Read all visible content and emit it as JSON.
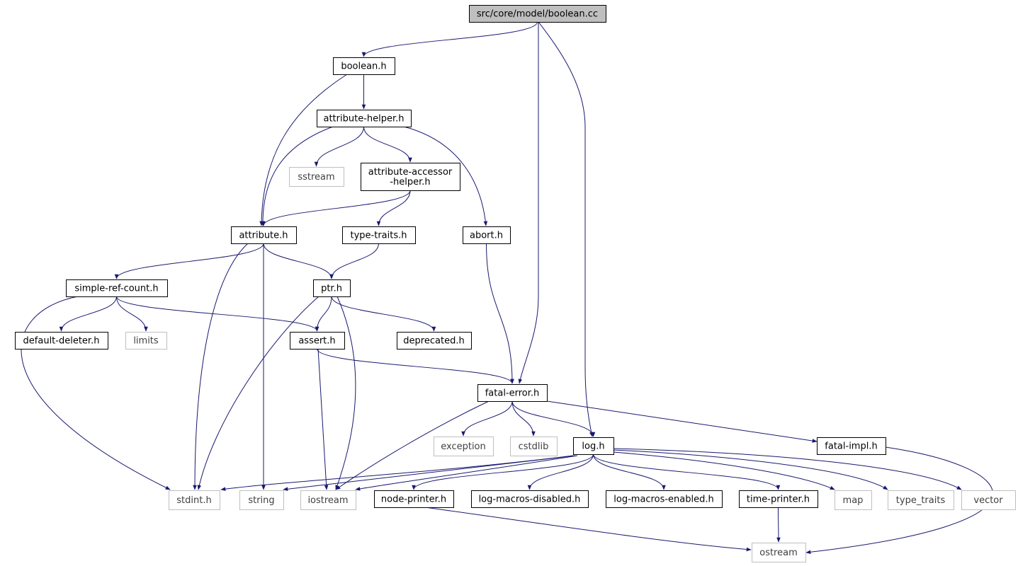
{
  "nodes": [
    {
      "id": "root",
      "lines": [
        "src/core/model/boolean.cc"
      ],
      "kind": "root"
    },
    {
      "id": "boolean_h",
      "lines": [
        "boolean.h"
      ],
      "kind": "file"
    },
    {
      "id": "attribute_helper_h",
      "lines": [
        "attribute-helper.h"
      ],
      "kind": "file"
    },
    {
      "id": "sstream",
      "lines": [
        "sstream"
      ],
      "kind": "external"
    },
    {
      "id": "attribute_accessor_helper_h",
      "lines": [
        "attribute-accessor",
        "-helper.h"
      ],
      "kind": "file"
    },
    {
      "id": "attribute_h",
      "lines": [
        "attribute.h"
      ],
      "kind": "file"
    },
    {
      "id": "type_traits_h",
      "lines": [
        "type-traits.h"
      ],
      "kind": "file"
    },
    {
      "id": "abort_h",
      "lines": [
        "abort.h"
      ],
      "kind": "file"
    },
    {
      "id": "simple_ref_count_h",
      "lines": [
        "simple-ref-count.h"
      ],
      "kind": "file"
    },
    {
      "id": "ptr_h",
      "lines": [
        "ptr.h"
      ],
      "kind": "file"
    },
    {
      "id": "default_deleter_h",
      "lines": [
        "default-deleter.h"
      ],
      "kind": "file"
    },
    {
      "id": "limits",
      "lines": [
        "limits"
      ],
      "kind": "external"
    },
    {
      "id": "assert_h",
      "lines": [
        "assert.h"
      ],
      "kind": "file"
    },
    {
      "id": "deprecated_h",
      "lines": [
        "deprecated.h"
      ],
      "kind": "file"
    },
    {
      "id": "fatal_error_h",
      "lines": [
        "fatal-error.h"
      ],
      "kind": "file"
    },
    {
      "id": "exception",
      "lines": [
        "exception"
      ],
      "kind": "external"
    },
    {
      "id": "cstdlib",
      "lines": [
        "cstdlib"
      ],
      "kind": "external"
    },
    {
      "id": "log_h",
      "lines": [
        "log.h"
      ],
      "kind": "file"
    },
    {
      "id": "fatal_impl_h",
      "lines": [
        "fatal-impl.h"
      ],
      "kind": "file"
    },
    {
      "id": "stdint_h",
      "lines": [
        "stdint.h"
      ],
      "kind": "external"
    },
    {
      "id": "string",
      "lines": [
        "string"
      ],
      "kind": "external"
    },
    {
      "id": "iostream",
      "lines": [
        "iostream"
      ],
      "kind": "external"
    },
    {
      "id": "node_printer_h",
      "lines": [
        "node-printer.h"
      ],
      "kind": "file"
    },
    {
      "id": "log_macros_disabled_h",
      "lines": [
        "log-macros-disabled.h"
      ],
      "kind": "file"
    },
    {
      "id": "log_macros_enabled_h",
      "lines": [
        "log-macros-enabled.h"
      ],
      "kind": "file"
    },
    {
      "id": "time_printer_h",
      "lines": [
        "time-printer.h"
      ],
      "kind": "file"
    },
    {
      "id": "map",
      "lines": [
        "map"
      ],
      "kind": "external"
    },
    {
      "id": "type_traits",
      "lines": [
        "type_traits"
      ],
      "kind": "external"
    },
    {
      "id": "vector",
      "lines": [
        "vector"
      ],
      "kind": "external"
    },
    {
      "id": "ostream",
      "lines": [
        "ostream"
      ],
      "kind": "external"
    }
  ],
  "edges": [
    [
      "root",
      "boolean_h"
    ],
    [
      "root",
      "fatal_error_h"
    ],
    [
      "root",
      "log_h"
    ],
    [
      "boolean_h",
      "attribute_helper_h"
    ],
    [
      "boolean_h",
      "attribute_h"
    ],
    [
      "attribute_helper_h",
      "attribute_h"
    ],
    [
      "attribute_helper_h",
      "sstream"
    ],
    [
      "attribute_helper_h",
      "attribute_accessor_helper_h"
    ],
    [
      "attribute_helper_h",
      "abort_h"
    ],
    [
      "attribute_accessor_helper_h",
      "attribute_h"
    ],
    [
      "attribute_accessor_helper_h",
      "type_traits_h"
    ],
    [
      "attribute_h",
      "simple_ref_count_h"
    ],
    [
      "attribute_h",
      "stdint_h"
    ],
    [
      "attribute_h",
      "string"
    ],
    [
      "attribute_h",
      "ptr_h"
    ],
    [
      "type_traits_h",
      "ptr_h"
    ],
    [
      "abort_h",
      "fatal_error_h"
    ],
    [
      "simple_ref_count_h",
      "default_deleter_h"
    ],
    [
      "simple_ref_count_h",
      "limits"
    ],
    [
      "simple_ref_count_h",
      "assert_h"
    ],
    [
      "simple_ref_count_h",
      "stdint_h"
    ],
    [
      "ptr_h",
      "assert_h"
    ],
    [
      "ptr_h",
      "deprecated_h"
    ],
    [
      "ptr_h",
      "stdint_h"
    ],
    [
      "ptr_h",
      "iostream"
    ],
    [
      "assert_h",
      "fatal_error_h"
    ],
    [
      "assert_h",
      "iostream"
    ],
    [
      "fatal_error_h",
      "iostream"
    ],
    [
      "fatal_error_h",
      "exception"
    ],
    [
      "fatal_error_h",
      "cstdlib"
    ],
    [
      "fatal_error_h",
      "log_h"
    ],
    [
      "fatal_error_h",
      "fatal_impl_h"
    ],
    [
      "fatal_impl_h",
      "ostream"
    ],
    [
      "log_h",
      "stdint_h"
    ],
    [
      "log_h",
      "string"
    ],
    [
      "log_h",
      "iostream"
    ],
    [
      "log_h",
      "node_printer_h"
    ],
    [
      "log_h",
      "log_macros_disabled_h"
    ],
    [
      "log_h",
      "log_macros_enabled_h"
    ],
    [
      "log_h",
      "time_printer_h"
    ],
    [
      "log_h",
      "map"
    ],
    [
      "log_h",
      "type_traits"
    ],
    [
      "log_h",
      "vector"
    ],
    [
      "node_printer_h",
      "ostream"
    ],
    [
      "time_printer_h",
      "ostream"
    ]
  ],
  "colors": {
    "edge": "#191970",
    "file_border": "#000000",
    "external_border": "#bfbfbf",
    "root_fill": "#bfbfbf",
    "file_fill": "#ffffff",
    "external_text": "#404040"
  }
}
